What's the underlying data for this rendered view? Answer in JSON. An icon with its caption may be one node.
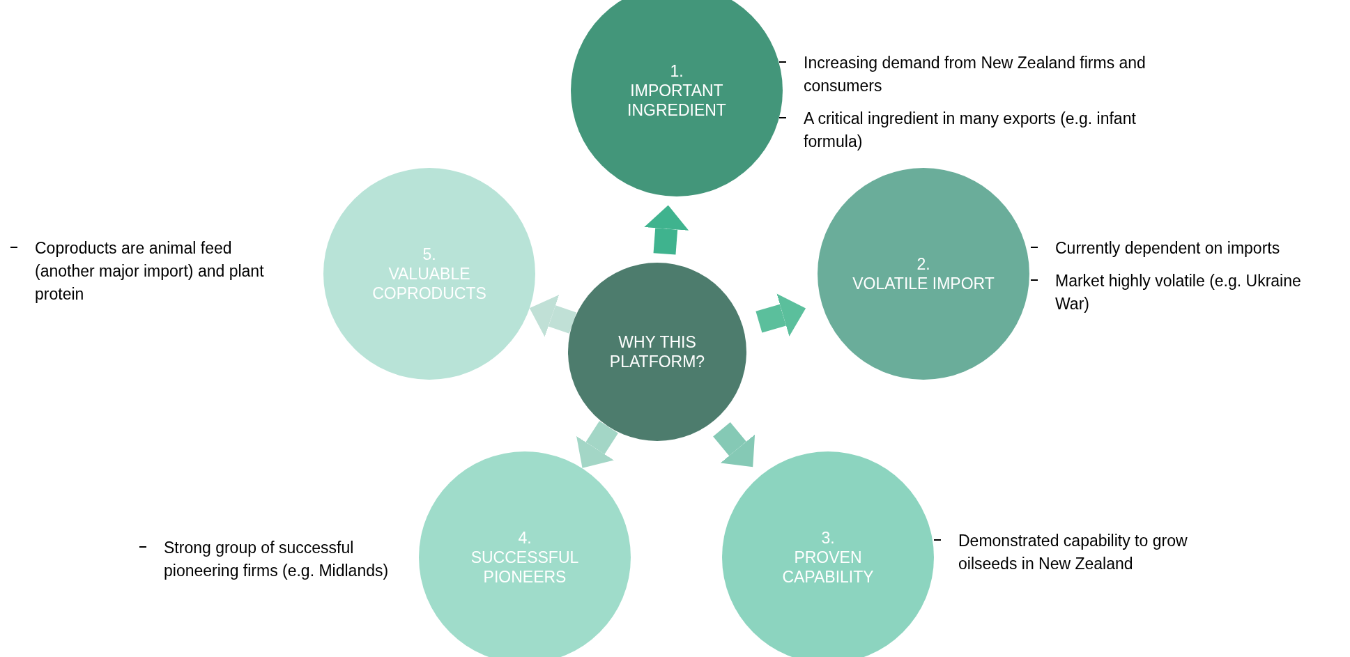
{
  "diagram": {
    "nodes": [
      {
        "text": [
          "WHY THIS PLATFORM?"
        ]
      },
      {
        "text": [
          "1.",
          "IMPORTANT INGREDIENT"
        ],
        "beside": [
          "Increasing demand from New Zealand firms and consumers",
          "A critical ingredient in many exports (e.g. infant formula)"
        ]
      },
      {
        "text": [
          "2.",
          "VOLATILE IMPORT"
        ],
        "beside": [
          "Currently dependent on imports",
          "Market highly volatile (e.g. Ukraine War)"
        ]
      },
      {
        "text": [
          "3.",
          "PROVEN CAPABILITY"
        ],
        "beside": [
          "Demonstrated capability to grow oilseeds in New Zealand"
        ]
      },
      {
        "text": [
          "4.",
          "SUCCESSFUL PIONEERS"
        ],
        "beside": [
          "Strong group of successful pioneering firms (e.g. Midlands)"
        ]
      },
      {
        "text": [
          "5.",
          "VALUABLE COPRODUCTS"
        ],
        "beside": [
          "Coproducts are animal feed (another major import) and plant protein"
        ]
      }
    ],
    "edges": [
      {
        "from": 0,
        "to": 1,
        "arrow": "to",
        "color": "#3fb38e"
      },
      {
        "from": 0,
        "to": 2,
        "arrow": "to",
        "color": "#5bbf9c"
      },
      {
        "from": 0,
        "to": 3,
        "arrow": "to",
        "color": "#85c9b5"
      },
      {
        "from": 0,
        "to": 4,
        "arrow": "to",
        "color": "#a3d6c6"
      },
      {
        "from": 0,
        "to": 5,
        "arrow": "to",
        "color": "#c0e0d6"
      }
    ]
  }
}
